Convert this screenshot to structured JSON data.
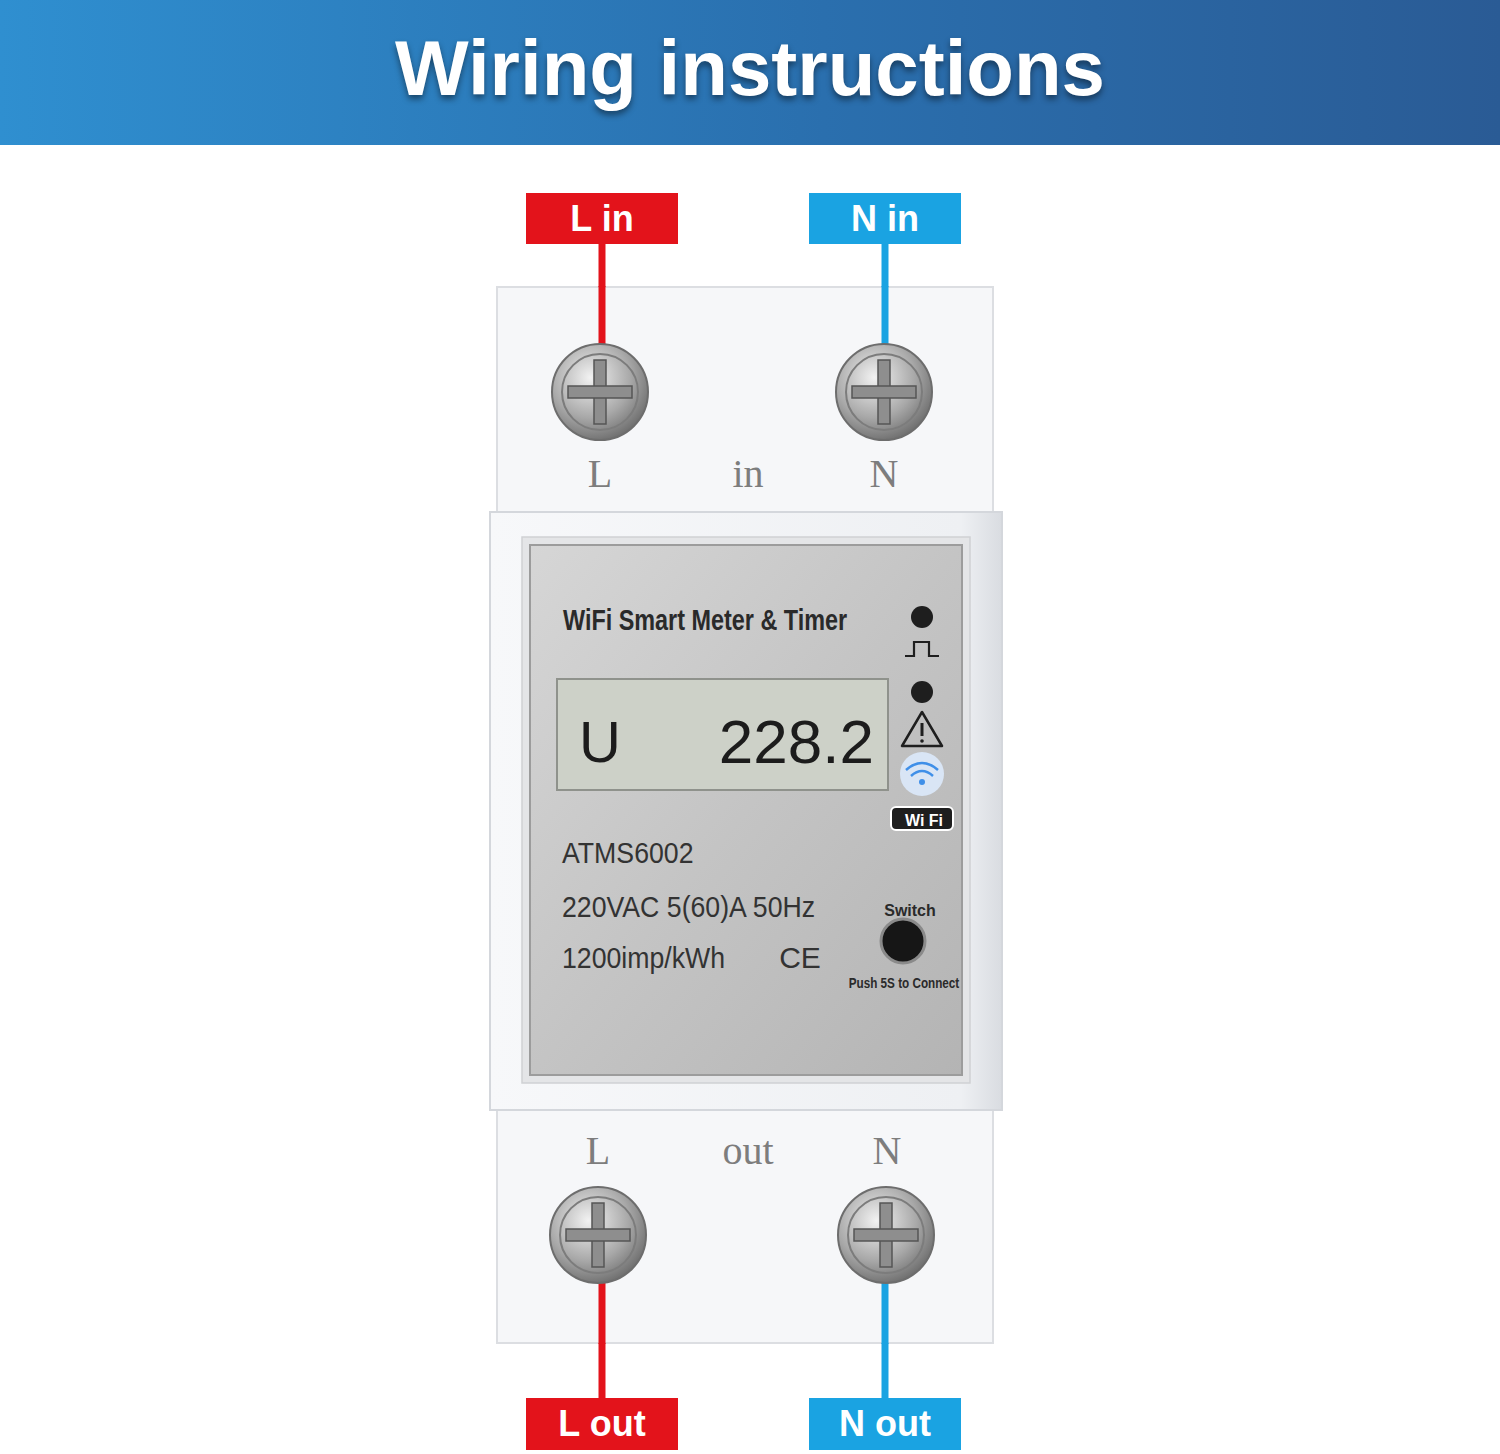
{
  "diagram": {
    "title": "Wiring instructions",
    "nodes": [
      {
        "text": [
          "L in"
        ]
      },
      {
        "text": [
          "N in"
        ]
      },
      {
        "text": [
          "L",
          "in",
          "N",
          "L",
          "out",
          "N"
        ]
      },
      {
        "text": [
          "WiFi Smart Meter & Timer",
          "ATMS6002",
          "220VAC 5(60)A 50Hz",
          "1200imp/kWh",
          "CE",
          "Switch",
          "Push 5S to Connect"
        ],
        "in": 2
      },
      {
        "text": [
          "U",
          "228.2"
        ],
        "in": 3
      },
      {
        "text": [
          "Wi Fi"
        ],
        "in": 3
      },
      {
        "text": [
          "L out"
        ]
      },
      {
        "text": [
          "N out"
        ]
      }
    ],
    "edges": [
      {
        "from": 0,
        "to": 2,
        "arrow": "none"
      },
      {
        "from": 1,
        "to": 2,
        "arrow": "none"
      },
      {
        "from": 2,
        "to": 6,
        "arrow": "none"
      },
      {
        "from": 2,
        "to": 7,
        "arrow": "none"
      }
    ]
  }
}
